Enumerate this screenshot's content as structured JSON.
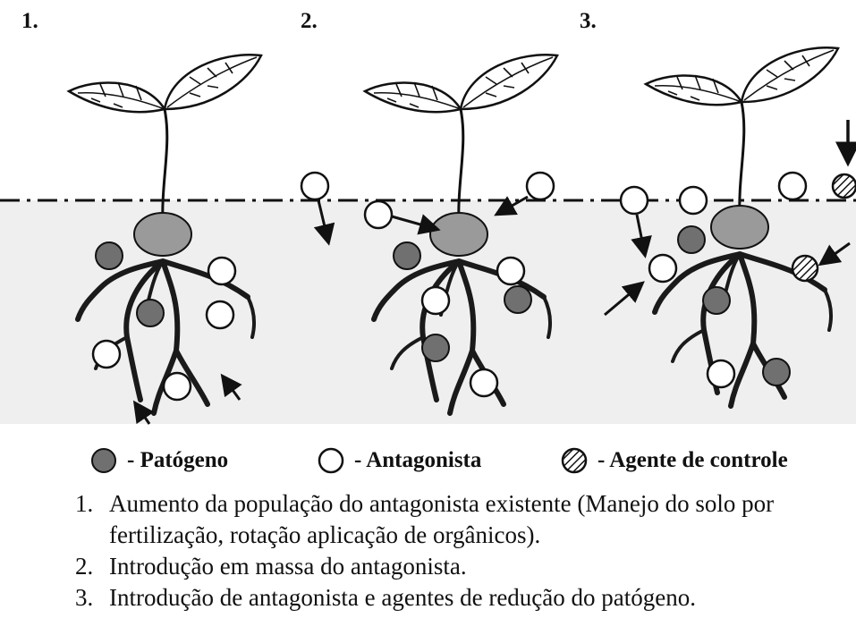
{
  "panels": [
    {
      "number": "1."
    },
    {
      "number": "2."
    },
    {
      "number": "3."
    }
  ],
  "legend": {
    "pathogen": "- Patógeno",
    "antagonist": "- Antagonista",
    "control_agent": "- Agente de controle"
  },
  "notes": [
    {
      "number": "1.",
      "text": "Aumento da população do antagonista existente (Manejo do solo por fertilização, rotação aplicação de orgânicos)."
    },
    {
      "number": "2.",
      "text": "Introdução em massa do antagonista."
    },
    {
      "number": "3.",
      "text": "Introdução de antagonista e agentes de redução do patógeno."
    }
  ],
  "colors": {
    "pathogen": "#707070",
    "seed": "#9a9a9a",
    "root": "#1a1a1a",
    "soil": "#efefef",
    "outline": "#111111"
  }
}
